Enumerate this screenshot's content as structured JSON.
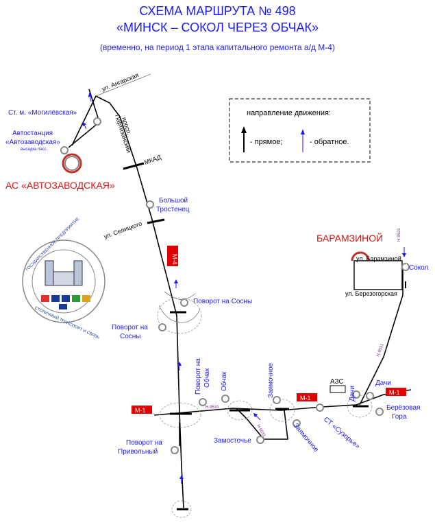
{
  "header": {
    "title_line1": "СХЕМА МАРШРУТА № 498",
    "title_line2": "«МИНСК – СОКОЛ ЧЕРЕЗ ОБЧАК»",
    "subtitle": "(временно, на период 1 этапа капитального ремонта а/д М-4)"
  },
  "legend": {
    "heading": "направление движения:",
    "forward": "- прямое;",
    "reverse": "- обратное."
  },
  "terminals": {
    "start": "АС «АВТОЗАВОДСКАЯ»",
    "end": "БАРАМЗИНОЙ"
  },
  "stops": {
    "metro": "Ст. м. «Могилёвская»",
    "bus_station_1": "Автостанция",
    "bus_station_2": "«Автозаводская»",
    "drop_off": "высадка пасс.",
    "bolshoy_1": "Большой",
    "bolshoy_2": "Тростенец",
    "sosny_right": "Поворот на Сосны",
    "sosny_left_1": "Поворот на",
    "sosny_left_2": "Сосны",
    "obchak_turn_1": "Поворот на",
    "obchak_turn_2": "Обчак",
    "obchak": "Обчак",
    "zamostochye": "Замосточье",
    "zayamochnoe_1": "Заямочное",
    "zayamochnoe_2": "Заямочное",
    "st_suzorye": "СТ «Сузорье»",
    "dachi_1": "Дачи",
    "dachi_2": "Дачи",
    "berezovaya_1": "Берёзовая",
    "berezovaya_2": "Гора",
    "privolny_1": "Поворот на",
    "privolny_2": "Привольный",
    "sokol": "Сокол",
    "azs": "АЗС"
  },
  "streets": {
    "angarskaya": "ул. Ангарская",
    "partizansky_1": "просп.",
    "partizansky_2": "Партизанский",
    "mkad": "МКАД",
    "selitskogo": "ул. Селицкого",
    "baramzinoy": "ул. Барамзиной",
    "berezogorskaya": "ул. Березогорская"
  },
  "road_codes": {
    "m4": "М-4",
    "m1_left": "М-1",
    "m1_mid": "М-1",
    "m1_right": "М-1",
    "n9531_a": "Н-9531",
    "n9531_b": "Н-9531",
    "n9531_c": "Н-9531",
    "n9531_d": "Н-9531"
  },
  "logo": {
    "top_text": "ГОСУДАРСТВЕННОЕ ПРЕДПРИЯТИЕ",
    "bottom_text": "СТОЛИЧНЫЙ ТРАНСПОРТ И СВЯЗЬ"
  },
  "colors": {
    "route_blue": "#1a1aff",
    "terminal_red": "#e01010",
    "road_badge_red": "#e00000",
    "road_code_purple": "#7a2a8a"
  }
}
